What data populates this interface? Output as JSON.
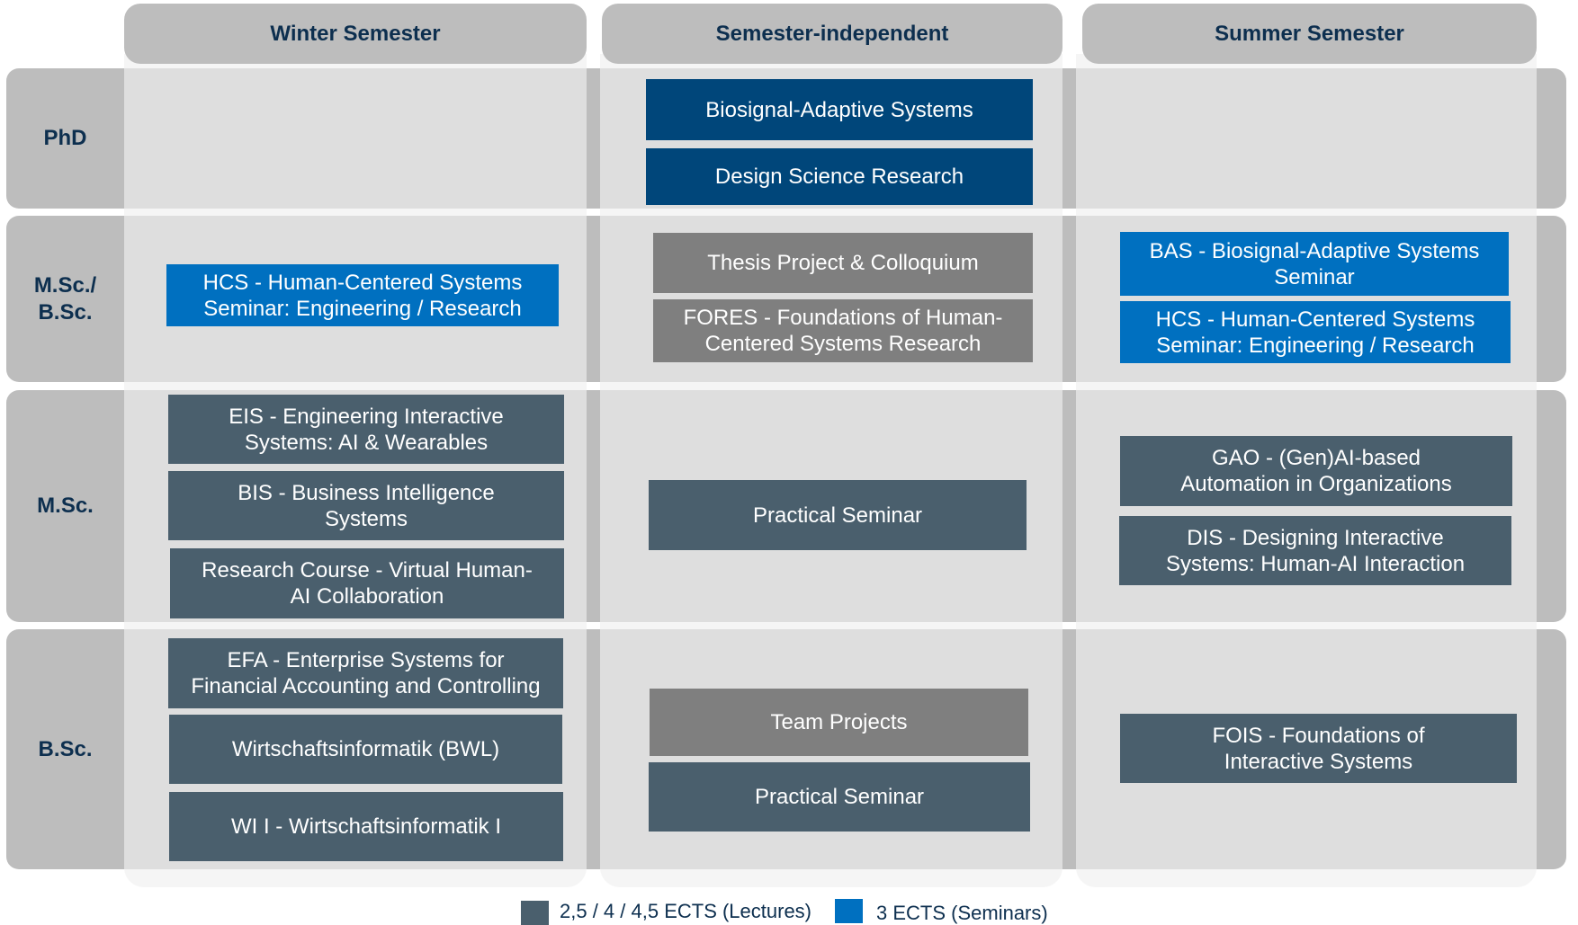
{
  "columns": [
    {
      "label": "Winter Semester"
    },
    {
      "label": "Semester-independent"
    },
    {
      "label": "Summer Semester"
    }
  ],
  "rows": [
    {
      "label": "PhD"
    },
    {
      "label": "M.Sc./\nB.Sc."
    },
    {
      "label": "M.Sc."
    },
    {
      "label": "B.Sc."
    }
  ],
  "courses": {
    "phd_independent_1": {
      "title": "Biosignal-Adaptive Systems",
      "type": "phd"
    },
    "phd_independent_2": {
      "title": "Design Science Research",
      "type": "phd"
    },
    "msbs_winter_1": {
      "title": "HCS - Human-Centered Systems\nSeminar: Engineering / Research",
      "type": "seminar"
    },
    "msbs_independent_1": {
      "title": "Thesis Project & Colloquium",
      "type": "other"
    },
    "msbs_independent_2": {
      "title": "FORES - Foundations of Human-\nCentered Systems Research",
      "type": "other"
    },
    "msbs_summer_1": {
      "title": "BAS - Biosignal-Adaptive Systems\nSeminar",
      "type": "seminar"
    },
    "msbs_summer_2": {
      "title": "HCS - Human-Centered Systems\nSeminar: Engineering / Research",
      "type": "seminar"
    },
    "msc_winter_1": {
      "title": "EIS - Engineering Interactive\nSystems: AI & Wearables",
      "type": "lecture"
    },
    "msc_winter_2": {
      "title": "BIS - Business Intelligence\nSystems",
      "type": "lecture"
    },
    "msc_winter_3": {
      "title": "Research Course - Virtual Human-\nAI Collaboration",
      "type": "lecture"
    },
    "msc_independent_1": {
      "title": "Practical Seminar",
      "type": "lecture"
    },
    "msc_summer_1": {
      "title": "GAO - (Gen)AI-based\nAutomation in Organizations",
      "type": "lecture"
    },
    "msc_summer_2": {
      "title": "DIS - Designing Interactive\nSystems: Human-AI Interaction",
      "type": "lecture"
    },
    "bsc_winter_1": {
      "title": "EFA - Enterprise Systems for\nFinancial Accounting and Controlling",
      "type": "lecture"
    },
    "bsc_winter_2": {
      "title": "Wirtschaftsinformatik (BWL)",
      "type": "lecture"
    },
    "bsc_winter_3": {
      "title": "WI I - Wirtschaftsinformatik I",
      "type": "lecture"
    },
    "bsc_independent_1": {
      "title": "Team Projects",
      "type": "other"
    },
    "bsc_independent_2": {
      "title": "Practical Seminar",
      "type": "lecture"
    },
    "bsc_summer_1": {
      "title": "FOIS - Foundations of\nInteractive Systems",
      "type": "lecture"
    }
  },
  "legend": [
    {
      "label": "2,5 / 4 / 4,5 ECTS (Lectures)",
      "color": "#4a5f6d"
    },
    {
      "label": "3 ECTS (Seminars)",
      "color": "#0070c0"
    }
  ],
  "colors": {
    "lecture": "#4a5f6d",
    "seminar": "#0070c0",
    "phd": "#00467a",
    "other": "#7f7f7f",
    "header_text": "#0d2f4f"
  }
}
